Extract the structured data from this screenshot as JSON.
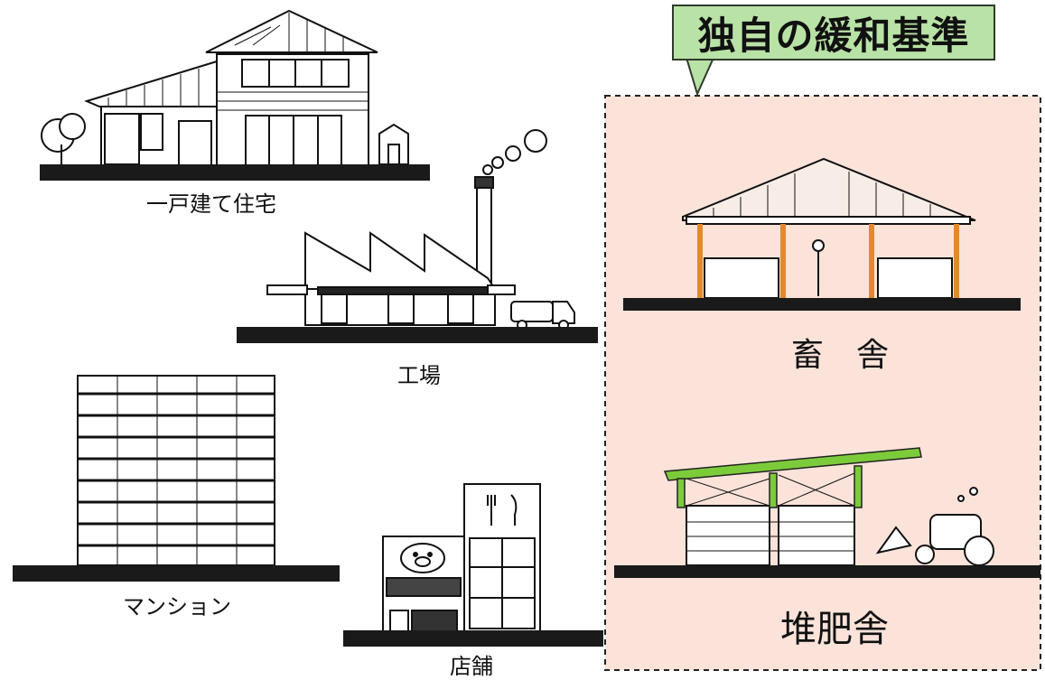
{
  "callout": {
    "text": "独自の緩和基準"
  },
  "labels": {
    "house": "一戸建て住宅",
    "factory": "工場",
    "mansion": "マンション",
    "shop": "店舗",
    "barn": "畜　舎",
    "compost": "堆肥舎"
  },
  "colors": {
    "panel": "#fbe3d9",
    "callout": "#b9e2a6",
    "beam_green": "#7ccb3a",
    "post_orange": "#e08a2c",
    "ground": "#1a1a1a"
  }
}
